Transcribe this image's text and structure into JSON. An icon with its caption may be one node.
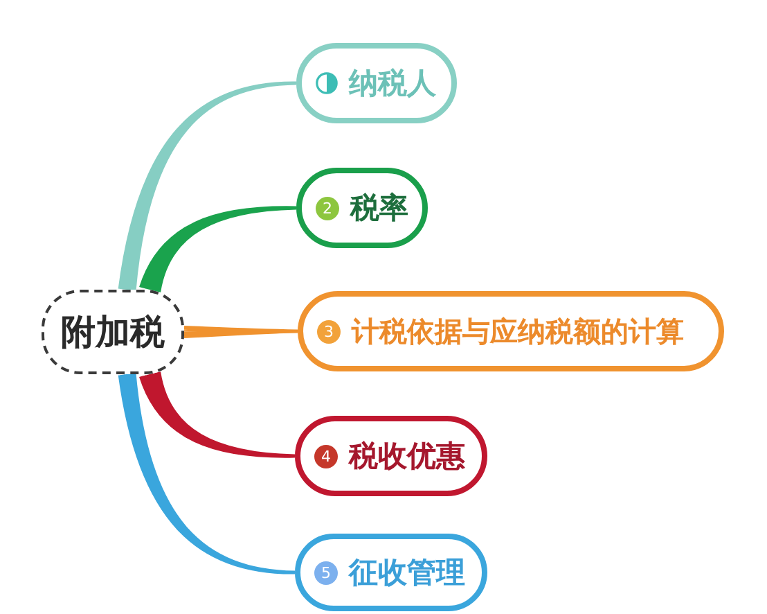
{
  "diagram": {
    "nodes": [
      {
        "text": [
          "附加税"
        ]
      },
      {
        "text": [
          "纳税人"
        ]
      },
      {
        "text": [
          "2",
          "税率"
        ]
      },
      {
        "text": [
          "3",
          "计税依据与应纳税额的计算"
        ]
      },
      {
        "text": [
          "4",
          "税收优惠"
        ]
      },
      {
        "text": [
          "5",
          "征收管理"
        ]
      }
    ],
    "edges": [
      {
        "from": 0,
        "to": 1,
        "arrow": "none",
        "color": "#86cec3"
      },
      {
        "from": 0,
        "to": 2,
        "arrow": "none",
        "color": "#1aa34d"
      },
      {
        "from": 0,
        "to": 3,
        "arrow": "none",
        "color": "#f0922e"
      },
      {
        "from": 0,
        "to": 4,
        "arrow": "none",
        "color": "#c0172e"
      },
      {
        "from": 0,
        "to": 5,
        "arrow": "none",
        "color": "#3aa6dd"
      }
    ]
  }
}
